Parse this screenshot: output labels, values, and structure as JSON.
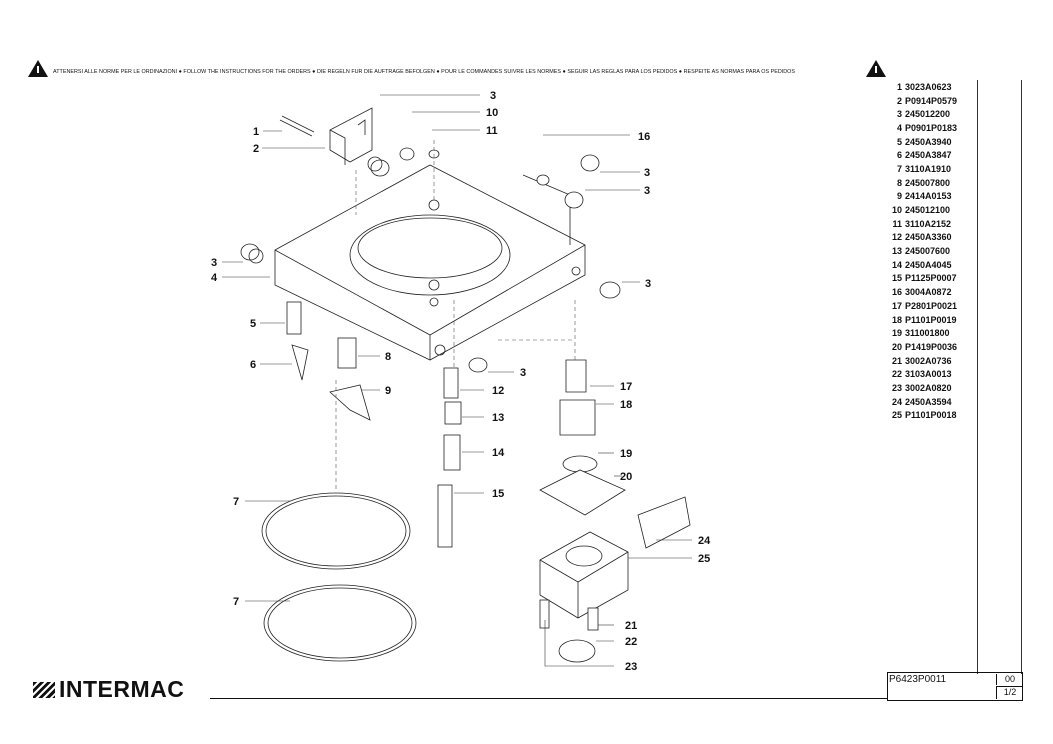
{
  "notice": "ATTENERSI ALLE NORME PER LE ORDINAZIONI ● FOLLOW THE INSTRUCTIONS FOR THE ORDERS ● DIE REGELN FUR DIE AUFTRAGE BEFOLGEN ● POUR LE COMMANDES SUIVRE LES NORMES ● SEGUIR LAS REGLAS PARA LOS PEDIDOS ● RESPEITE AS NORMAS PARA OS PEDIDOS",
  "icons": {
    "warning": "warning-triangle-icon"
  },
  "callouts": [
    "1",
    "2",
    "3",
    "3",
    "3",
    "3",
    "3",
    "3",
    "4",
    "5",
    "6",
    "7",
    "7",
    "8",
    "9",
    "10",
    "11",
    "12",
    "13",
    "14",
    "15",
    "16",
    "17",
    "18",
    "19",
    "20",
    "21",
    "22",
    "23",
    "24",
    "25"
  ],
  "parts": [
    {
      "no": "1",
      "code": "3023A0623"
    },
    {
      "no": "2",
      "code": "P0914P0579"
    },
    {
      "no": "3",
      "code": "245012200"
    },
    {
      "no": "4",
      "code": "P0901P0183"
    },
    {
      "no": "5",
      "code": "2450A3940"
    },
    {
      "no": "6",
      "code": "2450A3847"
    },
    {
      "no": "7",
      "code": "3110A1910"
    },
    {
      "no": "8",
      "code": "245007800"
    },
    {
      "no": "9",
      "code": "2414A0153"
    },
    {
      "no": "10",
      "code": "245012100"
    },
    {
      "no": "11",
      "code": "3110A2152"
    },
    {
      "no": "12",
      "code": "2450A3360"
    },
    {
      "no": "13",
      "code": "245007600"
    },
    {
      "no": "14",
      "code": "2450A4045"
    },
    {
      "no": "15",
      "code": "P1125P0007"
    },
    {
      "no": "16",
      "code": "3004A0872"
    },
    {
      "no": "17",
      "code": "P2801P0021"
    },
    {
      "no": "18",
      "code": "P1101P0019"
    },
    {
      "no": "19",
      "code": "311001800"
    },
    {
      "no": "20",
      "code": "P1419P0036"
    },
    {
      "no": "21",
      "code": "3002A0736"
    },
    {
      "no": "22",
      "code": "3103A0013"
    },
    {
      "no": "23",
      "code": "3002A0820"
    },
    {
      "no": "24",
      "code": "2450A3594"
    },
    {
      "no": "25",
      "code": "P1101P0018"
    }
  ],
  "title_block": {
    "drawing_code": "P6423P0011",
    "revision": "00",
    "sheet": "1/2"
  },
  "brand": {
    "name": "INTERMAC"
  }
}
